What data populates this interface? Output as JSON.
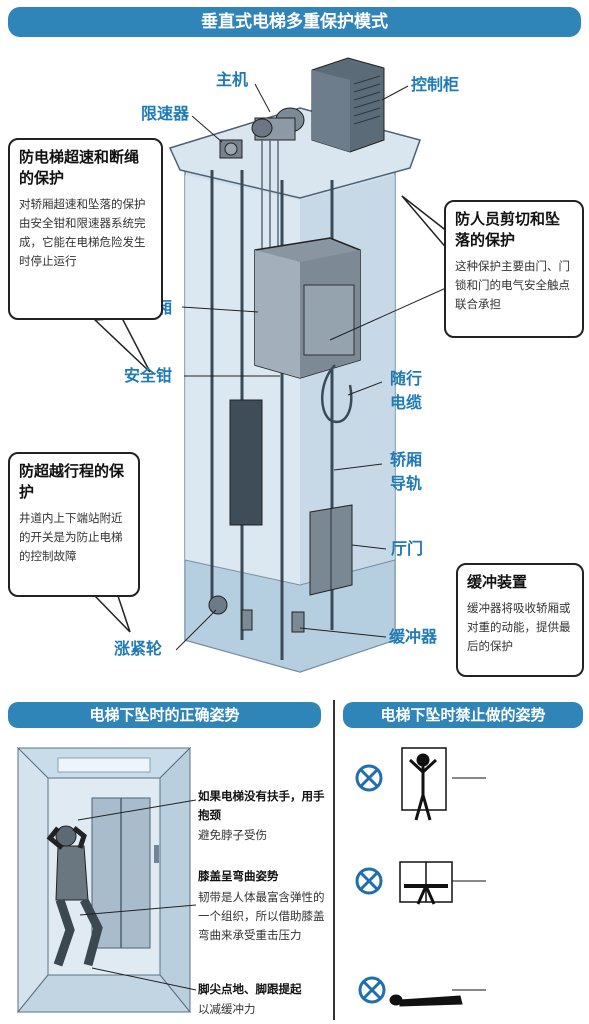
{
  "title": "垂直式电梯多重保护模式",
  "labels": {
    "main_motor": "主机",
    "speed_governor": "限速器",
    "control_cabinet": "控制柜",
    "car": "轿厢",
    "safety_gear": "安全钳",
    "traveling_cable": "随行电缆",
    "car_rail": "轿厢导轨",
    "landing_door": "厅门",
    "tension_wheel": "涨紧轮",
    "buffer": "缓冲器"
  },
  "boxes": {
    "overspeed": {
      "title": "防电梯超速和断绳的保护",
      "text": "对轿厢超速和坠落的保护由安全钳和限速器系统完成，它能在电梯危险发生时停止运行"
    },
    "shear": {
      "title": "防人员剪切和坠落的保护",
      "text": "这种保护主要由门、门锁和门的电气安全触点联合承担"
    },
    "overtravel": {
      "title": "防超越行程的保护",
      "text": "井道内上下端站附近的开关是为防止电梯的控制故障"
    },
    "buffer_device": {
      "title": "缓冲装置",
      "text": "缓冲器将吸收轿厢或对重的动能，提供最后的保护"
    }
  },
  "correct_posture": {
    "title": "电梯下坠时的正确姿势",
    "tip1_title": "如果电梯没有扶手，用手抱颈",
    "tip1_text": "避免脖子受伤",
    "tip2_title": "膝盖呈弯曲姿势",
    "tip2_text": "韧带是人体最富含弹性的一个组织，所以借助膝盖弯曲来承受重击压力",
    "tip3_title": "脚尖点地、脚跟提起",
    "tip3_text": "以减缓冲力"
  },
  "forbidden_posture": {
    "title": "电梯下坠时禁止做的姿势"
  },
  "colors": {
    "accent": "#2f84b8",
    "label": "#1f7bb5",
    "prohibit": "#1f6fb0"
  }
}
